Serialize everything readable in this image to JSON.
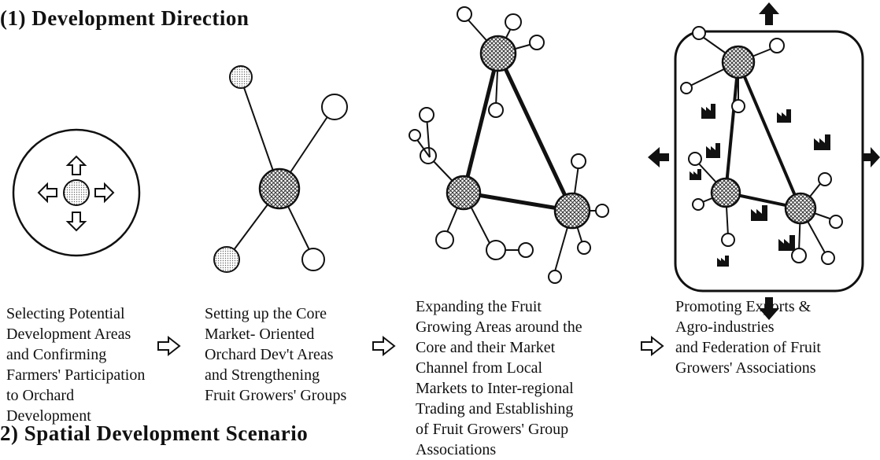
{
  "section_title": "(1) Development Direction",
  "next_section_title": "2) Spatial Development Scenario",
  "stages": [
    {
      "caption": "Selecting Potential\nDevelopment Areas\nand Confirming\nFarmers' Participation\nto Orchard\nDevelopment"
    },
    {
      "caption": "Setting up the Core\nMarket- Oriented\nOrchard Dev't Areas\nand Strengthening\nFruit Growers' Groups"
    },
    {
      "caption": "Expanding the Fruit\nGrowing Areas around the\nCore and their Market\nChannel from Local\nMarkets to Inter-regional\nTrading and Establishing\nof Fruit Growers' Group\nAssociations"
    },
    {
      "caption": "Promoting Exports &\nAgro-industries\nand Federation of Fruit\nGrowers' Associations"
    }
  ]
}
